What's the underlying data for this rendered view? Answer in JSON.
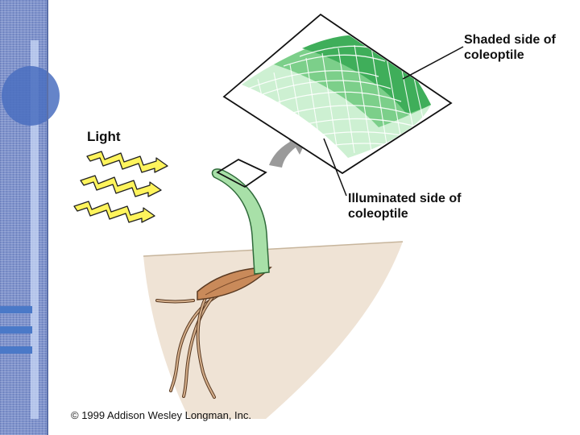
{
  "labels": {
    "light": "Light",
    "shaded": "Shaded side of coleoptile",
    "illuminated": "Illuminated side of coleoptile"
  },
  "copyright": "© 1999 Addison Wesley Longman, Inc.",
  "colors": {
    "sidebar": "#7f93cc",
    "sidebar_circle": "#4a6fc0",
    "soil": "#efe3d5",
    "coleoptile": "#a8e0a8",
    "shaded_cells": "#3fae5a",
    "illuminated_cells": "#cdf0d2",
    "seed": "#c98a5a",
    "light_rays": "#fff45c"
  }
}
